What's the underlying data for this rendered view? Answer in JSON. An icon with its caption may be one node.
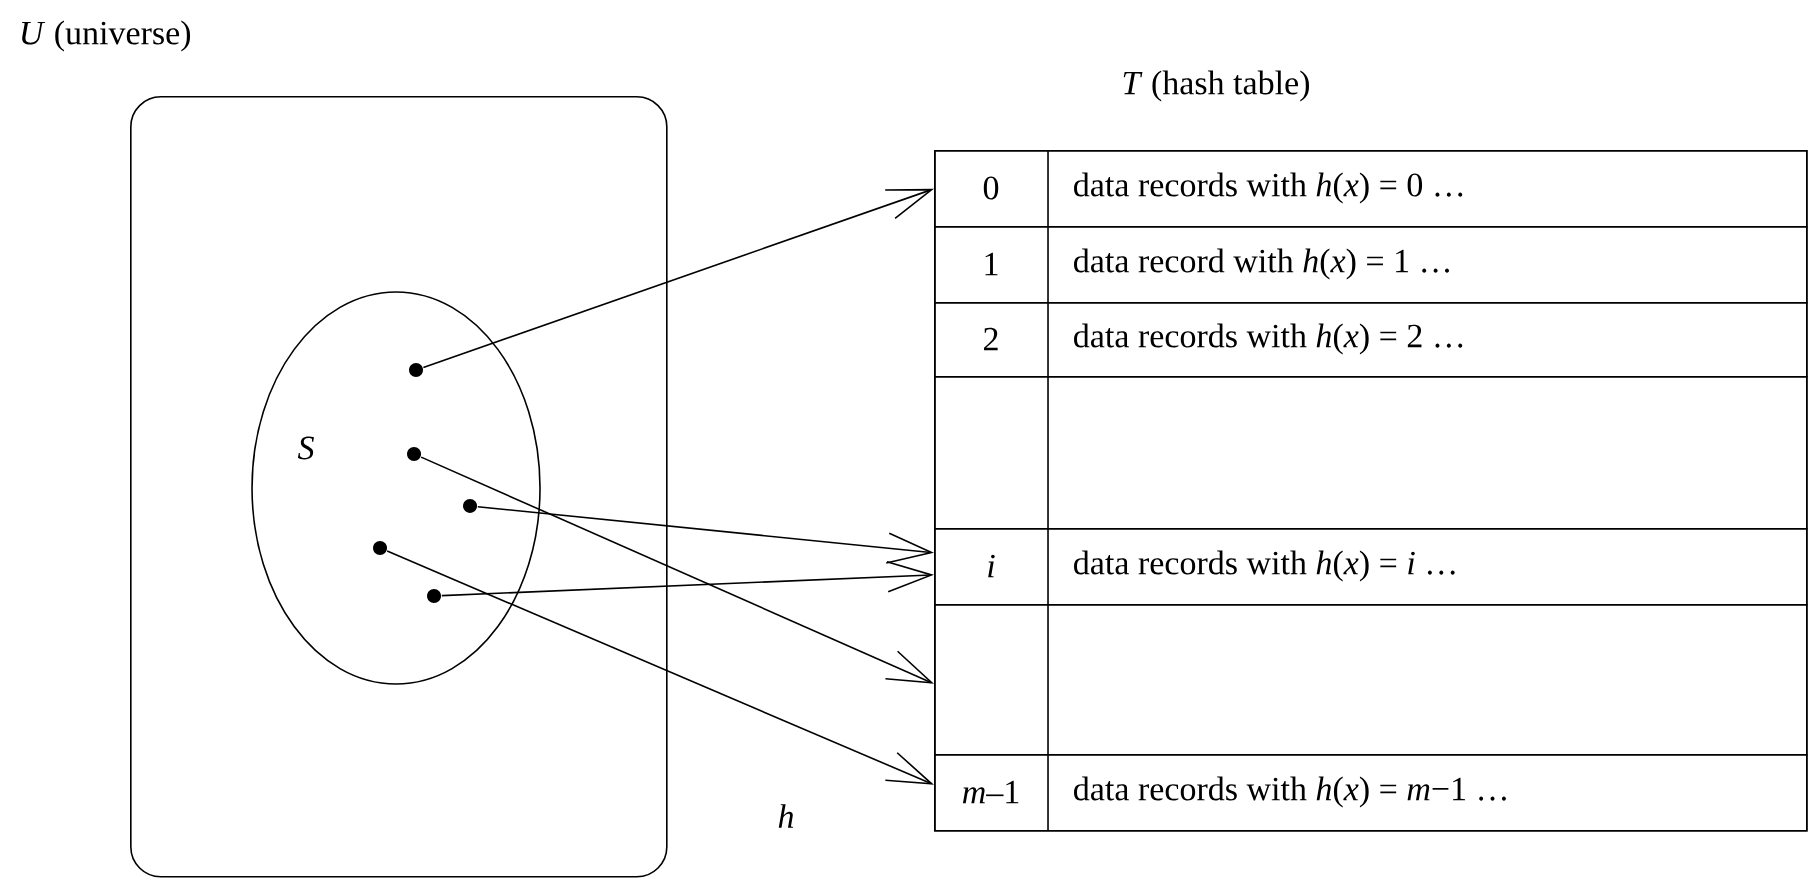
{
  "diagram": {
    "nodes": [
      {
        "text": [
          "*U* (universe)"
        ]
      },
      {
        "text": [
          "S"
        ],
        "in": 0
      },
      {
        "text": [],
        "shape": "circle",
        "in": 1
      },
      {
        "text": [],
        "shape": "circle",
        "in": 1
      },
      {
        "text": [],
        "shape": "circle",
        "in": 1
      },
      {
        "text": [],
        "shape": "circle",
        "in": 1
      },
      {
        "text": [],
        "shape": "circle",
        "in": 1
      },
      {
        "text": [
          "*T* (hash table)"
        ]
      },
      {
        "text": [
          "0",
          "data records with *h*(*x*) = 0 …"
        ],
        "in": 7
      },
      {
        "text": [
          "1",
          "data record with *h*(*x*) = 1 …"
        ],
        "in": 7
      },
      {
        "text": [
          "2",
          "data records with *h*(*x*) = 2 …"
        ],
        "in": 7
      },
      {
        "text": [],
        "shape": "box",
        "in": 7
      },
      {
        "text": [
          "*i*",
          "data records with *h*(*x*) = *i* …"
        ],
        "in": 7
      },
      {
        "text": [],
        "shape": "box",
        "in": 7
      },
      {
        "text": [
          "*m*–1",
          "data records with *h*(*x*) = *m*−1 …"
        ],
        "in": 7
      }
    ],
    "edges": [
      {
        "from": 2,
        "to": 8,
        "arrow": "to"
      },
      {
        "from": 3,
        "to": 13,
        "arrow": "to"
      },
      {
        "from": 4,
        "to": 12,
        "arrow": "to"
      },
      {
        "from": 6,
        "to": 12,
        "arrow": "to"
      },
      {
        "from": 5,
        "to": 14,
        "arrow": "to"
      }
    ],
    "labels": [
      "h"
    ]
  }
}
